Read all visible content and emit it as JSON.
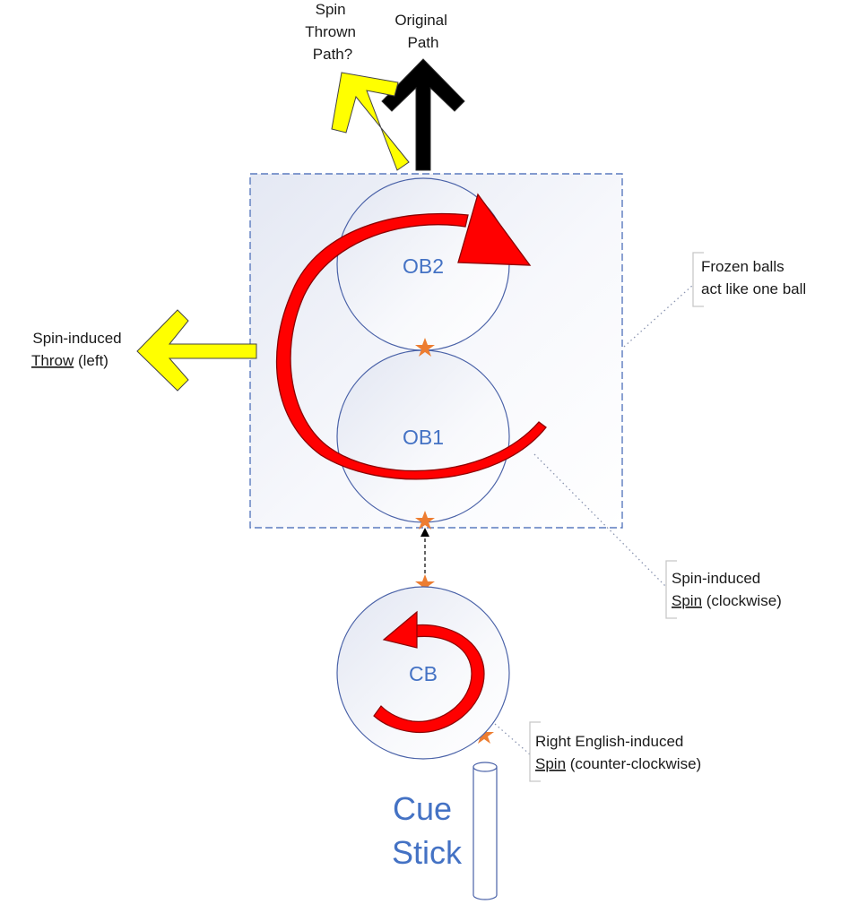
{
  "labels": {
    "spin_thrown_path": [
      "Spin",
      "Thrown",
      "Path?"
    ],
    "original_path": [
      "Original",
      "Path"
    ],
    "spin_induced_throw": {
      "line1": "Spin-induced",
      "line2_underlined": "Throw",
      "line2_rest": " (left)"
    },
    "frozen_balls": [
      "Frozen balls",
      "act like one ball"
    ],
    "spin_induced_spin": {
      "line1": "Spin-induced",
      "line2_underlined": "Spin",
      "line2_rest": " (clockwise)"
    },
    "right_english": {
      "line1": "Right English-induced",
      "line2_underlined": "Spin",
      "line2_rest": " (counter-clockwise)"
    },
    "cue_stick": [
      "Cue",
      "Stick"
    ]
  },
  "balls": {
    "ob2": "OB2",
    "ob1": "OB1",
    "cb": "CB"
  },
  "colors": {
    "spin_arrow": "#ff0000",
    "throw_arrow": "#ffff00",
    "original_arrow": "#000000",
    "contact_star": "#ed7d31",
    "ball_label": "#4472c4",
    "ball_outline": "#4a62a8",
    "frozen_box_border": "#5b7bbf"
  },
  "icons": {
    "contact_points": "star-icon",
    "spin_direction": "curved-arrow-icon"
  }
}
